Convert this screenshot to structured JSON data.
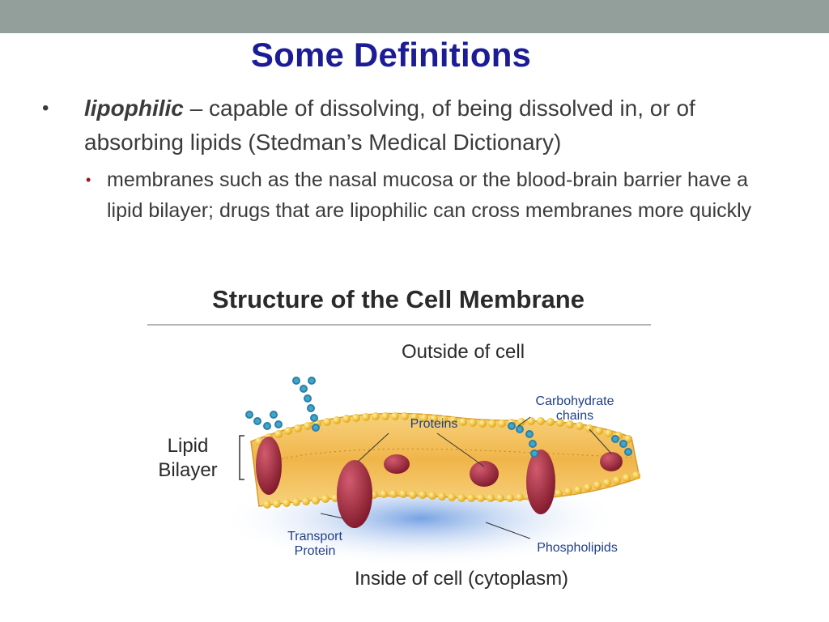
{
  "slide": {
    "title": "Some Definitions",
    "bullet1": {
      "marker": "•",
      "term": "lipophilic",
      "definition": " – capable of dissolving, of being dissolved in, or of absorbing lipids (Stedman’s Medical Dictionary)"
    },
    "bullet2": {
      "marker": "•",
      "text": "membranes such as the nasal mucosa or the blood-brain barrier have a lipid bilayer; drugs that are lipophilic can cross membranes more quickly"
    }
  },
  "diagram": {
    "title": "Structure of the Cell Membrane",
    "outside_label": "Outside of cell",
    "inside_label": "Inside of cell (cytoplasm)",
    "lipid_bilayer_line1": "Lipid",
    "lipid_bilayer_line2": "Bilayer",
    "proteins_label": "Proteins",
    "carbohydrate_line1": "Carbohydrate",
    "carbohydrate_line2": "chains",
    "transport_line1": "Transport",
    "transport_line2": "Protein",
    "phospholipids_label": "Phospholipids"
  },
  "colors": {
    "top_bar": "#939f9a",
    "title": "#1c1c96",
    "body_text": "#3b3b3b",
    "sub_bullet": "#8b1a1a",
    "lipid_head": "#f5c518",
    "membrane_band": "#f3c86a",
    "protein": "#9c2a3c",
    "carbohydrate": "#3fa7c9",
    "label_blue": "#1f3f88"
  }
}
